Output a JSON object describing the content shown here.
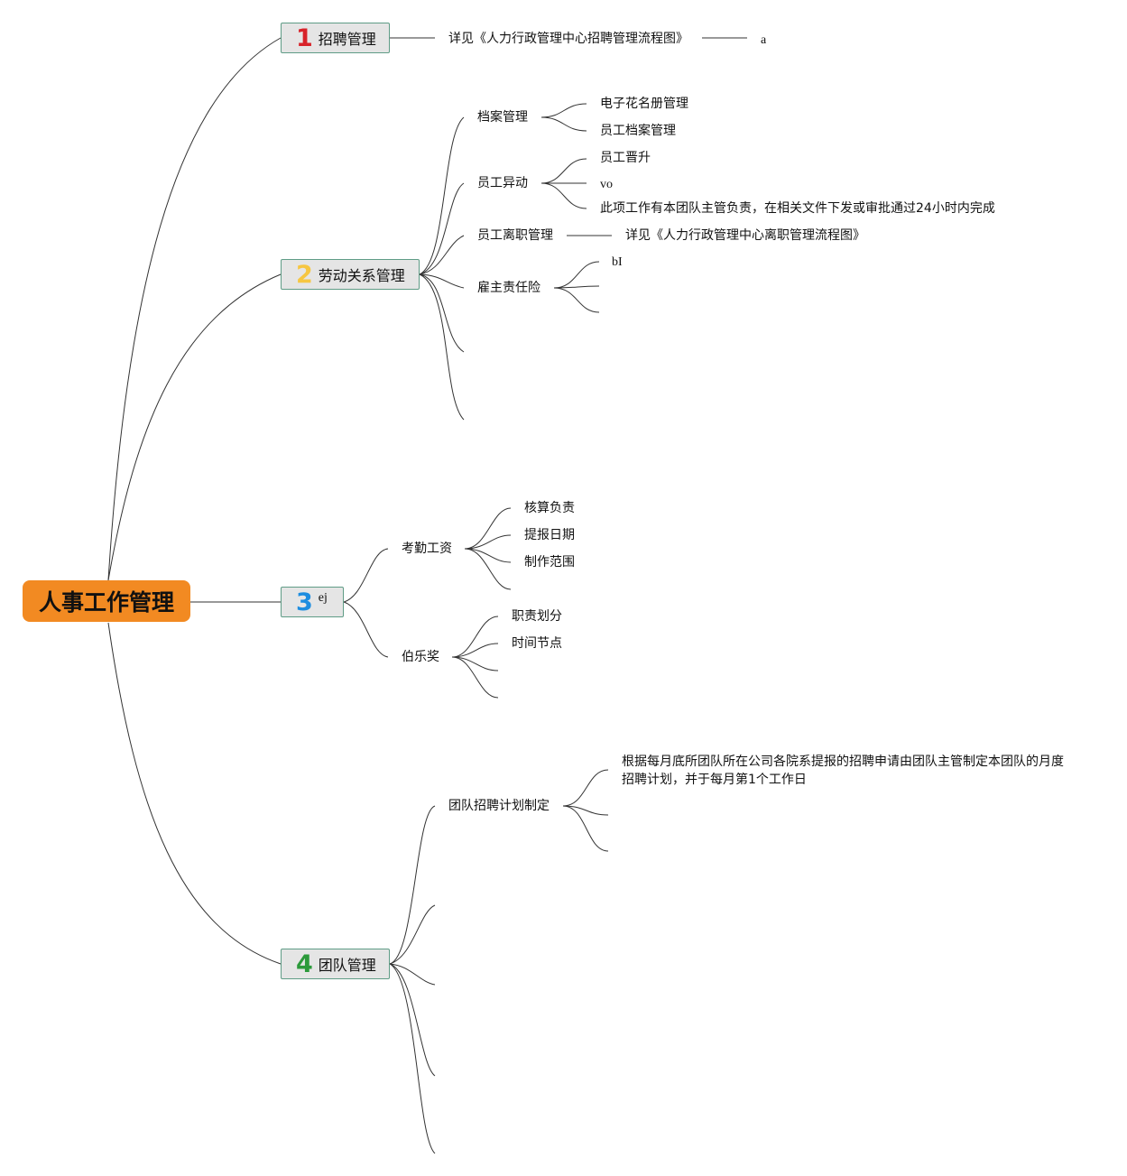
{
  "root": {
    "label": "人事工作管理"
  },
  "branches": [
    {
      "number": "1",
      "label": "招聘管理",
      "children": [
        {
          "label": "详见《人力行政管理中心招聘管理流程图》",
          "children": [
            {
              "label": "a"
            }
          ]
        }
      ]
    },
    {
      "number": "2",
      "label": "劳动关系管理",
      "children": [
        {
          "label": "档案管理",
          "children": [
            {
              "label": "电子花名册管理"
            },
            {
              "label": "员工档案管理"
            }
          ]
        },
        {
          "label": "员工异动",
          "children": [
            {
              "label": "员工晋升"
            },
            {
              "label": "vo"
            },
            {
              "label": "此项工作有本团队主管负责，在相关文件下发或审批通过24小时内完成"
            }
          ]
        },
        {
          "label": "员工离职管理",
          "children": [
            {
              "label": "详见《人力行政管理中心离职管理流程图》"
            }
          ]
        },
        {
          "label": "雇主责任险",
          "children": [
            {
              "label": "bI"
            },
            {
              "label": ""
            },
            {
              "label": ""
            }
          ]
        },
        {
          "label": ""
        },
        {
          "label": ""
        }
      ]
    },
    {
      "number": "3",
      "label": "ej",
      "children": [
        {
          "label": "考勤工资",
          "children": [
            {
              "label": "核算负责"
            },
            {
              "label": "提报日期"
            },
            {
              "label": "制作范围"
            },
            {
              "label": ""
            }
          ]
        },
        {
          "label": "伯乐奖",
          "children": [
            {
              "label": "职责划分"
            },
            {
              "label": "时间节点"
            },
            {
              "label": ""
            },
            {
              "label": ""
            }
          ]
        }
      ]
    },
    {
      "number": "4",
      "label": "团队管理",
      "children": [
        {
          "label": "团队招聘计划制定",
          "children": [
            {
              "label": "根据每月底所团队所在公司各院系提报的招聘申请由团队主管制定本团队的月度招聘计划，并于每月第1个工作日"
            },
            {
              "label": ""
            },
            {
              "label": ""
            }
          ]
        },
        {
          "label": ""
        },
        {
          "label": ""
        },
        {
          "label": ""
        },
        {
          "label": ""
        }
      ]
    }
  ],
  "colors": {
    "root": "#f28a22",
    "branch_fill": "#e5e5e5",
    "branch_border": "#5f9c86",
    "n1": "#d8232a",
    "n2": "#f6c641",
    "n3": "#1d8de0",
    "n4": "#2c9a3b",
    "line": "#333333"
  }
}
